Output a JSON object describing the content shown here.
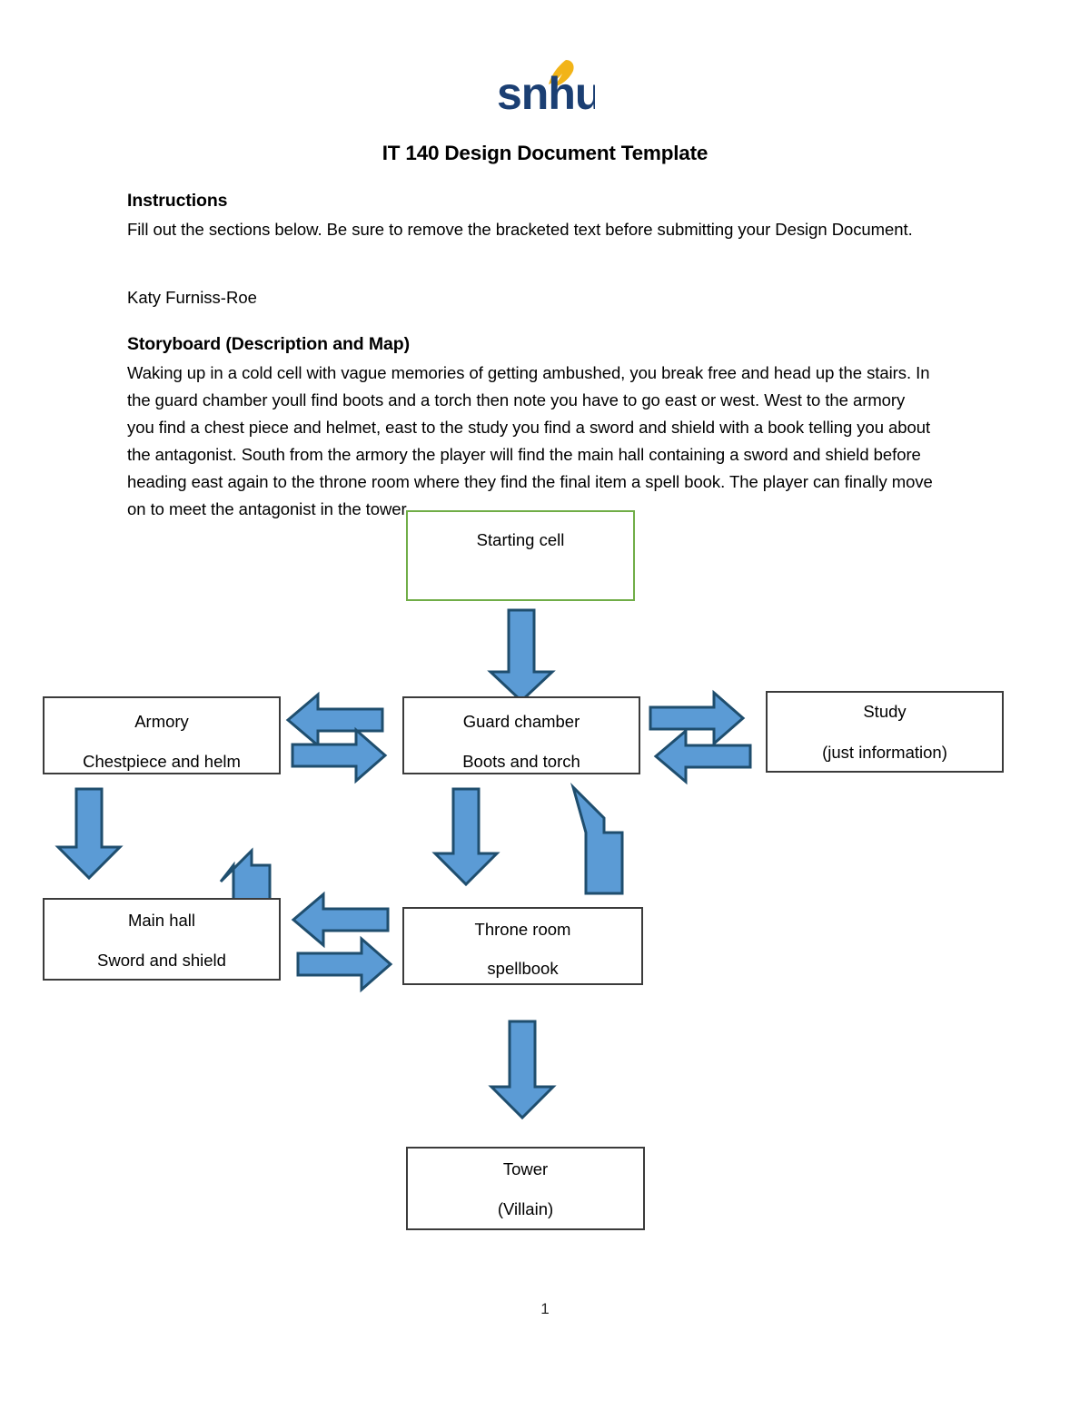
{
  "page": {
    "logo_text": "snhu",
    "logo_color": "#1b3f73",
    "logo_flame_color": "#f2b418",
    "title": "IT 140 Design Document Template",
    "page_number": "1"
  },
  "sections": {
    "instructions": {
      "heading": "Instructions",
      "body": "Fill out the sections below. Be sure to remove the bracketed text before submitting your Design Document."
    },
    "author": "Katy Furniss-Roe",
    "storyboard": {
      "heading": "Storyboard (Description and Map)",
      "body": "Waking up in a cold cell with vague memories of getting ambushed, you break free and head up the stairs. In the guard chamber youll find boots and a torch then note you have to go east or west. West to the armory you find a chest piece and helmet, east to the study you find a sword and shield with a book telling you about the antagonist.  South from the armory the player will find the main hall containing a sword and shield before heading east again to the throne room where they find the final item a spell book. The player can finally move on to meet the antagonist in the tower."
    }
  },
  "diagram": {
    "accent_fill": "#5b9bd5",
    "accent_stroke": "#1f4e6e",
    "start_border_color": "#70ad47",
    "node_border_color": "#3b3b3b",
    "nodes": [
      {
        "id": "start",
        "line1": "Starting cell",
        "line2": ""
      },
      {
        "id": "armory",
        "line1": "Armory",
        "line2": "Chestpiece and helm"
      },
      {
        "id": "guard",
        "line1": "Guard chamber",
        "line2": "Boots and torch"
      },
      {
        "id": "study",
        "line1": "Study",
        "line2": "(just information)"
      },
      {
        "id": "mainhall",
        "line1": "Main hall",
        "line2": "Sword and shield"
      },
      {
        "id": "throne",
        "line1": "Throne room",
        "line2": "spellbook"
      },
      {
        "id": "tower",
        "line1": "Tower",
        "line2": "(Villain)"
      }
    ],
    "connections": [
      {
        "from": "start",
        "to": "guard",
        "direction": "down"
      },
      {
        "from": "guard",
        "to": "armory",
        "direction": "left"
      },
      {
        "from": "armory",
        "to": "guard",
        "direction": "right"
      },
      {
        "from": "guard",
        "to": "study",
        "direction": "right"
      },
      {
        "from": "study",
        "to": "guard",
        "direction": "left"
      },
      {
        "from": "armory",
        "to": "mainhall",
        "direction": "down"
      },
      {
        "from": "mainhall",
        "to": "armory",
        "direction": "up"
      },
      {
        "from": "guard",
        "to": "throne",
        "direction": "down"
      },
      {
        "from": "throne",
        "to": "guard",
        "direction": "up"
      },
      {
        "from": "throne",
        "to": "mainhall",
        "direction": "left"
      },
      {
        "from": "mainhall",
        "to": "throne",
        "direction": "right"
      },
      {
        "from": "throne",
        "to": "tower",
        "direction": "down"
      }
    ]
  }
}
